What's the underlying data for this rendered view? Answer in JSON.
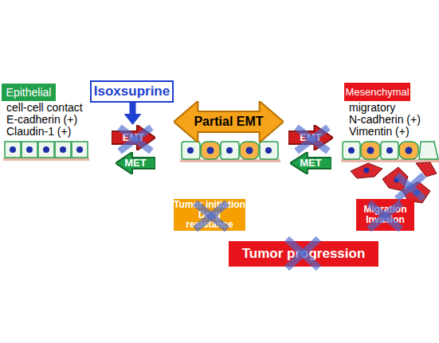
{
  "diagram": {
    "nodes": [
      {
        "text": [
          "Epithelial"
        ]
      },
      {
        "text": [
          "Isoxsuprine"
        ]
      },
      {
        "text": [
          "EMT"
        ]
      },
      {
        "text": [
          "MET"
        ]
      },
      {
        "text": [
          "Partial EMT"
        ]
      },
      {
        "text": [
          "EMT"
        ]
      },
      {
        "text": [
          "MET"
        ]
      },
      {
        "text": [
          "Mesenchymal"
        ]
      },
      {
        "text": [
          "Tumor initiation Drug resistance"
        ]
      },
      {
        "text": [
          "Migration Invasion"
        ]
      },
      {
        "text": [
          "Tumor progression"
        ]
      }
    ],
    "edges": [
      {
        "from": 1,
        "to": 2,
        "arrow": "to"
      }
    ],
    "labels": [
      "cell-cell contact",
      "E-cadherin (+)",
      "Claudin-1 (+)",
      "migratory",
      "N-cadherin (+)",
      "Vimentin (+)"
    ]
  }
}
